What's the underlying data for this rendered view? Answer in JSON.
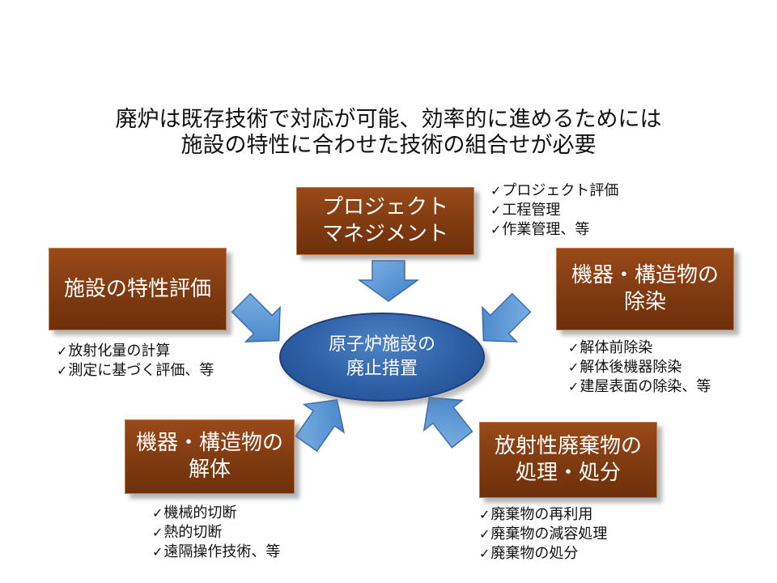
{
  "headline": {
    "line1": "廃炉は既存技術で対応が可能、効率的に進めるためには",
    "line2": "施設の特性に合わせた技術の組合せが必要"
  },
  "center": {
    "line1": "原子炉施設の",
    "line2": "廃止措置"
  },
  "boxes": {
    "project": {
      "line1": "プロジェクト",
      "line2": "マネジメント"
    },
    "facility": {
      "line1": "施設の特性評価"
    },
    "decon": {
      "line1": "機器・構造物の",
      "line2": "除染"
    },
    "dismantle": {
      "line1": "機器・構造物の",
      "line2": "解体"
    },
    "waste": {
      "line1": "放射性廃棄物の",
      "line2": "処理・処分"
    }
  },
  "checkmark": "✓",
  "lists": {
    "project": [
      "プロジェクト評価",
      "工程管理",
      "作業管理、等"
    ],
    "facility": [
      "放射化量の計算",
      "測定に基づく評価、等"
    ],
    "decon": [
      "解体前除染",
      "解体後機器除染",
      "建屋表面の除染、等"
    ],
    "dismantle": [
      "機械的切断",
      "熱的切断",
      "遠隔操作技術、等"
    ],
    "waste": [
      "廃棄物の再利用",
      "廃棄物の減容処理",
      "廃棄物の処分"
    ]
  },
  "colors": {
    "box_fill": "#7f3a10",
    "ellipse_fill": "#2d5fa6",
    "arrow_fill": "#5b9bd5"
  }
}
